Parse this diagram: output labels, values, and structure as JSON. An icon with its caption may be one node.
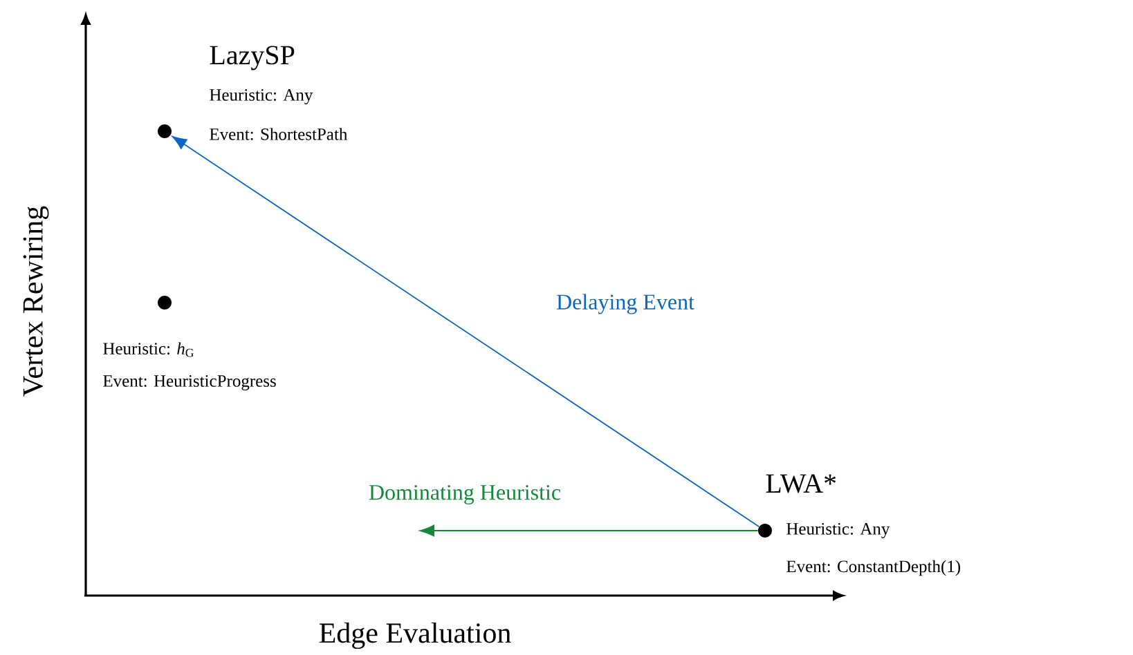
{
  "diagram": {
    "nodes": [
      {
        "text": [],
        "shape": "circle",
        "beside": [
          "LazySP",
          "Heuristic: Any",
          "Event: ShortestPath"
        ]
      },
      {
        "text": [],
        "shape": "circle",
        "beside": [
          "Heuristic: *h*$_{G}$",
          "Event: HeuristicProgress"
        ]
      },
      {
        "text": [],
        "shape": "circle",
        "beside": [
          "LWA*",
          "Heuristic: Any",
          "Event: ConstantDepth(1)"
        ]
      }
    ],
    "edges": [
      {
        "from": 2,
        "to": 0,
        "arrow": "to",
        "label": "Delaying Event",
        "color": "#0b66c3"
      },
      {
        "from": 2,
        "to": null,
        "arrow": "to",
        "label": "Dominating Heuristic",
        "color": "#15883a"
      }
    ],
    "labels": [
      "Vertex Rewiring",
      "Edge Evaluation"
    ]
  }
}
